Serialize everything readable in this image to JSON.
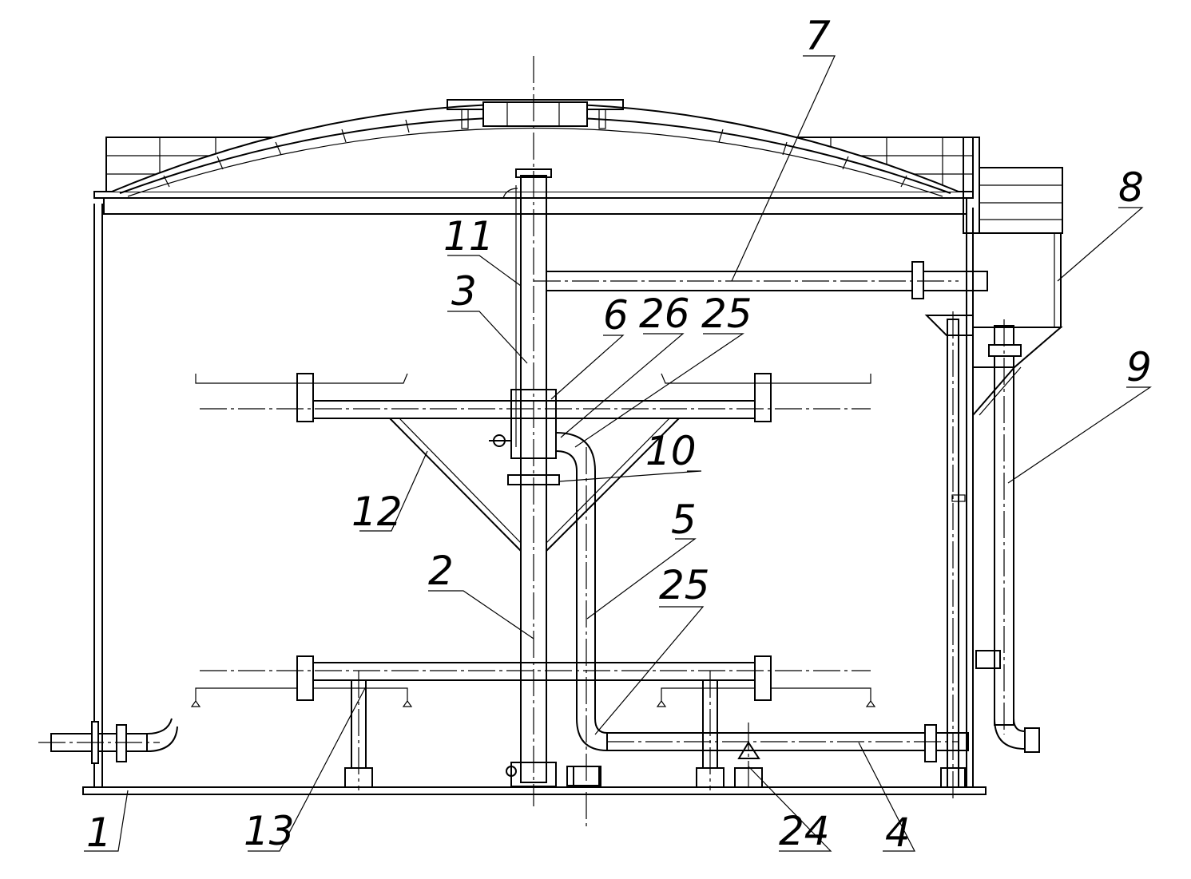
{
  "labels": {
    "l1": "1",
    "l2": "2",
    "l3": "3",
    "l4": "4",
    "l5": "5",
    "l6": "6",
    "l7": "7",
    "l8": "8",
    "l9": "9",
    "l10": "10",
    "l11": "11",
    "l12": "12",
    "l13": "13",
    "l24": "24",
    "l25a": "25",
    "l25b": "25",
    "l26": "26"
  }
}
